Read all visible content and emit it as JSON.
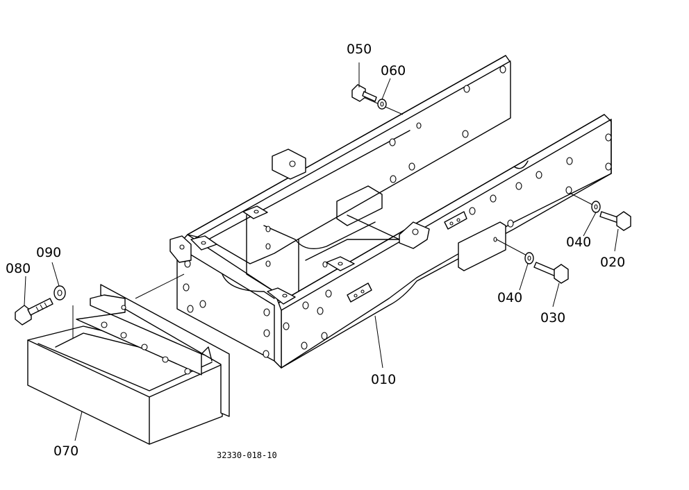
{
  "labels": {
    "p010": "010",
    "p020": "020",
    "p030": "030",
    "p040a": "040",
    "p040b": "040",
    "p050": "050",
    "p060": "060",
    "p070": "070",
    "p080": "080",
    "p090": "090"
  },
  "drawing_code": "32330-018-10"
}
